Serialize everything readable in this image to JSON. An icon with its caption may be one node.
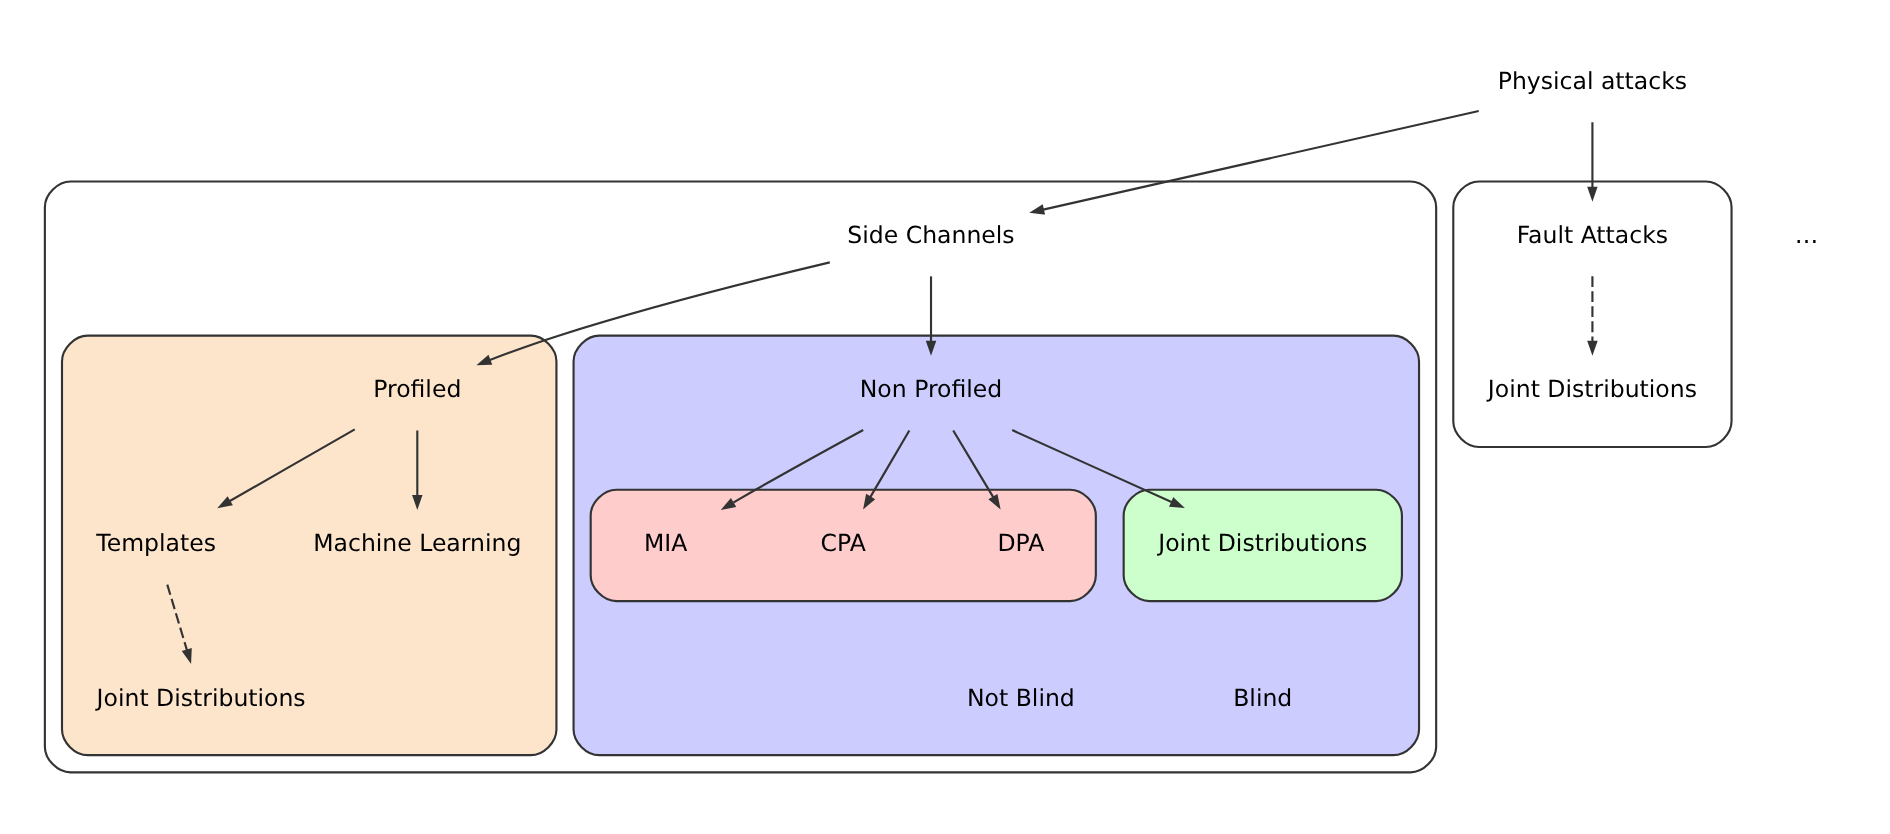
{
  "diagram": {
    "nodes": [
      {
        "text": [
          "Physical attacks"
        ]
      },
      {
        "text": [],
        "shape": "box"
      },
      {
        "text": [
          "Side Channels"
        ],
        "in": 1
      },
      {
        "text": [],
        "shape": "box",
        "in": 1
      },
      {
        "text": [
          "Profiled"
        ],
        "in": 3
      },
      {
        "text": [
          "Templates"
        ],
        "in": 3
      },
      {
        "text": [
          "Machine Learning"
        ],
        "in": 3
      },
      {
        "text": [
          "Joint Distributions"
        ],
        "in": 3
      },
      {
        "text": [],
        "shape": "box",
        "in": 1
      },
      {
        "text": [
          "Non Profiled"
        ],
        "in": 8
      },
      {
        "text": [],
        "shape": "box",
        "in": 8
      },
      {
        "text": [
          "DPA"
        ],
        "in": 10
      },
      {
        "text": [
          "CPA"
        ],
        "in": 10
      },
      {
        "text": [
          "MIA"
        ],
        "in": 10
      },
      {
        "text": [],
        "shape": "box",
        "in": 8
      },
      {
        "text": [
          "Joint Distributions"
        ],
        "in": 14
      },
      {
        "text": [],
        "shape": "box"
      },
      {
        "text": [
          "Fault Attacks"
        ],
        "in": 16
      },
      {
        "text": [
          "Joint Distributions"
        ],
        "in": 16
      }
    ],
    "edges": [
      {
        "from": 0,
        "to": 2,
        "arrow": "to"
      },
      {
        "from": 0,
        "to": 17,
        "arrow": "to"
      },
      {
        "from": 2,
        "to": 4,
        "arrow": "to"
      },
      {
        "from": 2,
        "to": 9,
        "arrow": "to"
      },
      {
        "from": 4,
        "to": 5,
        "arrow": "to"
      },
      {
        "from": 4,
        "to": 6,
        "arrow": "to"
      },
      {
        "from": 5,
        "to": 7,
        "arrow": "to",
        "style": "dashed"
      },
      {
        "from": 9,
        "to": 11,
        "arrow": "to"
      },
      {
        "from": 9,
        "to": 12,
        "arrow": "to"
      },
      {
        "from": 9,
        "to": 13,
        "arrow": "to"
      },
      {
        "from": 9,
        "to": 15,
        "arrow": "to"
      },
      {
        "from": 17,
        "to": 18,
        "arrow": "to",
        "style": "dashed"
      }
    ],
    "labels": [
      "…",
      "Not Blind",
      "Blind"
    ]
  }
}
